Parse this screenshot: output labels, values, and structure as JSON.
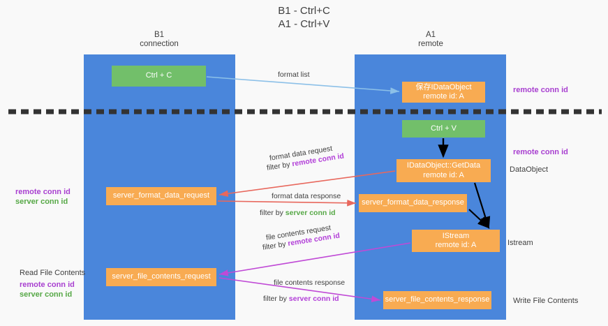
{
  "diagram": {
    "title": "B1 - Ctrl+C\nA1 - Ctrl+V",
    "type": "sequence-lane-diagram",
    "colors": {
      "lane": "#4a86db",
      "green_node": "#72bf6a",
      "orange_node": "#f8ab52",
      "remote_conn_id": "#a83fd0",
      "server_conn_id": "#56a846",
      "background": "#f9f9f9",
      "divider": "#333333",
      "arrow_format_list": "#8cc0e8",
      "arrow_red": "#e8685d",
      "arrow_black": "#000000",
      "arrow_magenta": "#c04ad6"
    },
    "lanes": [
      {
        "id": "b1",
        "header": "B1\nconnection"
      },
      {
        "id": "a1",
        "header": "A1\nremote"
      }
    ],
    "nodes": {
      "ctrl_c": {
        "label": "Ctrl + C",
        "sub": ""
      },
      "save_idataobject": {
        "label": "保存IDataObject",
        "sub": "remote id: A"
      },
      "ctrl_v": {
        "label": "Ctrl + V",
        "sub": ""
      },
      "getdata": {
        "label": "IDataObject::GetData",
        "sub": "remote id: A"
      },
      "server_format_data_request": {
        "label": "server_format_data_request",
        "sub": ""
      },
      "server_format_data_response": {
        "label": "server_format_data_response",
        "sub": ""
      },
      "istream": {
        "label": "IStream",
        "sub": "remote id: A"
      },
      "server_file_contents_request": {
        "label": "server_file_contents_request",
        "sub": ""
      },
      "server_file_contents_response": {
        "label": "server_file_contents_response",
        "sub": ""
      }
    },
    "edge_labels": {
      "format_list": "format list",
      "format_data_request": "format data request",
      "format_data_request_filter_prefix": "filter by ",
      "format_data_request_filter_key": "remote conn id",
      "format_data_response": "format data response",
      "format_data_response_filter_prefix": "filter by ",
      "format_data_response_filter_key": "server conn id",
      "file_contents_request": "file contents request",
      "file_contents_request_filter_prefix": "filter by ",
      "file_contents_request_filter_key": "remote conn id",
      "file_contents_response": "file contents response",
      "file_contents_response_filter_prefix": "filter by ",
      "file_contents_response_filter_key": "server conn id"
    },
    "side_labels": {
      "right_remote_conn_id_top": "remote conn id",
      "right_remote_conn_id_mid": "remote conn id",
      "right_dataobject": "DataObject",
      "right_istream": "Istream",
      "right_write_file_contents": "Write File Contents",
      "left_remote_conn_id_mid": "remote conn id",
      "left_server_conn_id_mid": "server conn id",
      "left_read_file_contents": "Read File Contents",
      "left_remote_conn_id_bottom": "remote conn id",
      "left_server_conn_id_bottom": "server conn id"
    }
  }
}
